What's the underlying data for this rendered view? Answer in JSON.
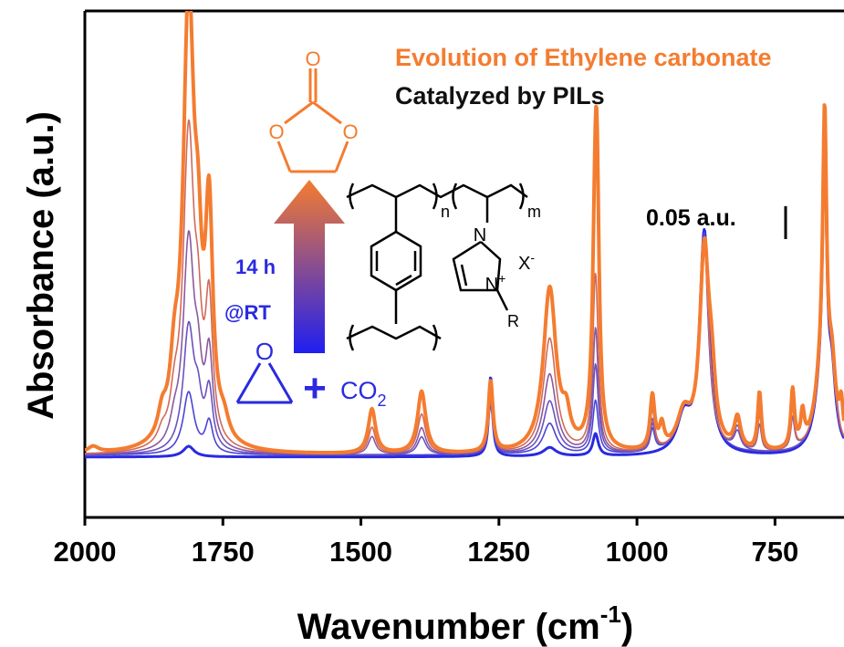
{
  "chart_data": {
    "type": "line",
    "title": "Evolution of Ethylene carbonate",
    "subtitle": "Catalyzed by PILs",
    "xlabel": "Wavenumber (cm",
    "xlabel_sup": "-1",
    "xlabel_close": ")",
    "ylabel": "Absorbance (a.u.)",
    "xlim": [
      2000,
      625
    ],
    "x_reversed": true,
    "ylim": [
      -0.07,
      0.5
    ],
    "xticks": [
      2000,
      1750,
      1500,
      1250,
      1000,
      750
    ],
    "xtick_labels": [
      "2000",
      "1750",
      "1500",
      "1250",
      "1000",
      "750"
    ],
    "y_ticks_shown": false,
    "grid": false,
    "scale_bar": {
      "label": "0.05 a.u.",
      "value": 0.05
    },
    "annotations": {
      "time_label": "14 h",
      "condition_label": "@RT",
      "plus": "+",
      "co2": "CO",
      "co2_sub": "2",
      "x_minus": "X",
      "x_minus_sup": "-",
      "subscript_n": "n",
      "subscript_m": "m",
      "n_atom": "N",
      "n_plus_atom": "N",
      "n_plus_sup": "+",
      "r_group": "R",
      "o_atoms": [
        "O",
        "O",
        "O",
        "O"
      ]
    },
    "colors": {
      "final": "#f47c30",
      "initial": "#2a2ae0",
      "gradient_top": "#f47c30",
      "gradient_bottom": "#1f1ff0",
      "title": "#f47c30",
      "annotation_blue": "#2a2ae0"
    },
    "series": [
      {
        "name": "",
        "color": "#f47c30",
        "baseline": 0.0,
        "peaks": [
          [
            1985,
            0.007,
            12
          ],
          [
            1860,
            0.025,
            9
          ],
          [
            1838,
            0.06,
            9
          ],
          [
            1812,
            0.495,
            12
          ],
          [
            1795,
            0.13,
            8
          ],
          [
            1775,
            0.245,
            8
          ],
          [
            1748,
            0.02,
            10
          ],
          [
            1480,
            0.05,
            8
          ],
          [
            1390,
            0.07,
            9
          ],
          [
            1265,
            0.08,
            5
          ],
          [
            1158,
            0.185,
            14
          ],
          [
            1128,
            0.03,
            8
          ],
          [
            1075,
            0.29,
            6
          ],
          [
            1072,
            0.13,
            4
          ],
          [
            972,
            0.06,
            5
          ],
          [
            955,
            0.025,
            5
          ],
          [
            915,
            0.04,
            15
          ],
          [
            878,
            0.22,
            10
          ],
          [
            865,
            0.06,
            8
          ],
          [
            818,
            0.035,
            7
          ],
          [
            778,
            0.065,
            4
          ],
          [
            718,
            0.065,
            4
          ],
          [
            700,
            0.035,
            4
          ],
          [
            665,
            0.085,
            14
          ],
          [
            660,
            0.3,
            4
          ],
          [
            647,
            0.075,
            8
          ],
          [
            630,
            0.04,
            4
          ]
        ]
      },
      {
        "name": "",
        "color": "#d06a5c",
        "baseline": 0.0,
        "peaks": [
          [
            1860,
            0.012,
            9
          ],
          [
            1838,
            0.035,
            9
          ],
          [
            1812,
            0.35,
            12
          ],
          [
            1795,
            0.09,
            8
          ],
          [
            1775,
            0.15,
            8
          ],
          [
            1480,
            0.03,
            8
          ],
          [
            1390,
            0.045,
            9
          ],
          [
            1265,
            0.07,
            5
          ],
          [
            1158,
            0.13,
            14
          ],
          [
            1075,
            0.2,
            6
          ],
          [
            972,
            0.045,
            5
          ],
          [
            915,
            0.04,
            15
          ],
          [
            878,
            0.23,
            10
          ],
          [
            818,
            0.03,
            7
          ],
          [
            778,
            0.04,
            4
          ],
          [
            718,
            0.045,
            4
          ],
          [
            665,
            0.08,
            14
          ],
          [
            660,
            0.29,
            4
          ],
          [
            647,
            0.07,
            8
          ]
        ]
      },
      {
        "name": "",
        "color": "#8a5a9e",
        "baseline": 0.0,
        "peaks": [
          [
            1838,
            0.02,
            9
          ],
          [
            1812,
            0.235,
            12
          ],
          [
            1795,
            0.06,
            8
          ],
          [
            1775,
            0.1,
            8
          ],
          [
            1480,
            0.02,
            8
          ],
          [
            1390,
            0.03,
            9
          ],
          [
            1265,
            0.065,
            5
          ],
          [
            1158,
            0.09,
            14
          ],
          [
            1075,
            0.14,
            6
          ],
          [
            972,
            0.035,
            5
          ],
          [
            915,
            0.04,
            15
          ],
          [
            878,
            0.235,
            10
          ],
          [
            818,
            0.025,
            7
          ],
          [
            778,
            0.03,
            4
          ],
          [
            718,
            0.035,
            4
          ],
          [
            665,
            0.08,
            14
          ],
          [
            660,
            0.29,
            4
          ],
          [
            647,
            0.07,
            8
          ]
        ]
      },
      {
        "name": "",
        "color": "#6a52c0",
        "baseline": 0.0,
        "peaks": [
          [
            1812,
            0.14,
            12
          ],
          [
            1795,
            0.04,
            8
          ],
          [
            1775,
            0.065,
            8
          ],
          [
            1390,
            0.02,
            9
          ],
          [
            1265,
            0.06,
            5
          ],
          [
            1158,
            0.06,
            14
          ],
          [
            1075,
            0.1,
            6
          ],
          [
            972,
            0.03,
            5
          ],
          [
            915,
            0.04,
            15
          ],
          [
            878,
            0.24,
            10
          ],
          [
            818,
            0.02,
            7
          ],
          [
            665,
            0.08,
            14
          ],
          [
            660,
            0.285,
            4
          ],
          [
            647,
            0.07,
            8
          ]
        ]
      },
      {
        "name": "",
        "color": "#4a44d6",
        "baseline": 0.0,
        "peaks": [
          [
            1812,
            0.07,
            12
          ],
          [
            1775,
            0.035,
            8
          ],
          [
            1265,
            0.055,
            5
          ],
          [
            1158,
            0.035,
            14
          ],
          [
            1075,
            0.06,
            6
          ],
          [
            972,
            0.025,
            5
          ],
          [
            915,
            0.04,
            15
          ],
          [
            878,
            0.245,
            10
          ],
          [
            665,
            0.08,
            14
          ],
          [
            660,
            0.285,
            4
          ],
          [
            647,
            0.07,
            8
          ]
        ]
      },
      {
        "name": "",
        "color": "#2a2ae0",
        "baseline": -0.002,
        "peaks": [
          [
            1812,
            0.012,
            12
          ],
          [
            1265,
            0.09,
            4
          ],
          [
            1158,
            0.01,
            14
          ],
          [
            1075,
            0.025,
            6
          ],
          [
            915,
            0.04,
            15
          ],
          [
            878,
            0.25,
            10
          ],
          [
            665,
            0.08,
            14
          ],
          [
            660,
            0.28,
            4
          ],
          [
            647,
            0.07,
            8
          ]
        ]
      }
    ]
  }
}
